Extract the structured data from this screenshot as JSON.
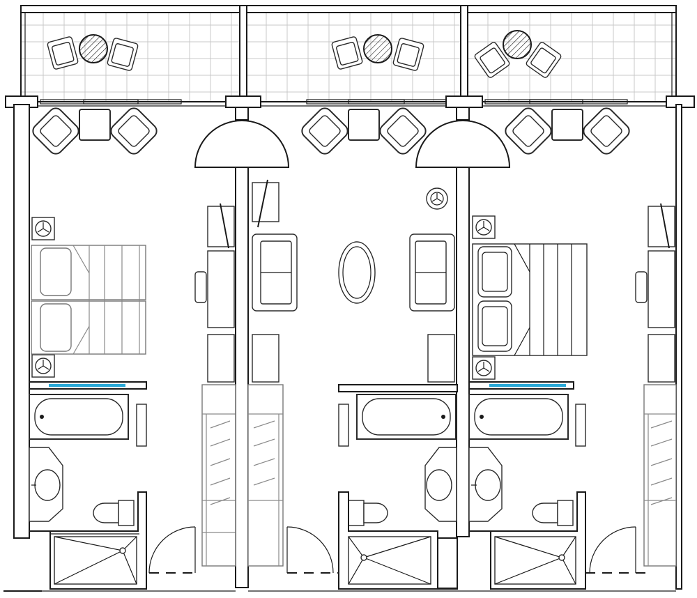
{
  "plan": {
    "rooms": [
      "room-left",
      "room-center",
      "room-right"
    ],
    "colors": {
      "wall": "#1a1a1a",
      "furniture": "#2a2a2a",
      "light_furniture": "#777777",
      "balcony_tile": "#c9c9c9",
      "glass_partition": "#29a9d8",
      "background": "#ffffff"
    }
  }
}
